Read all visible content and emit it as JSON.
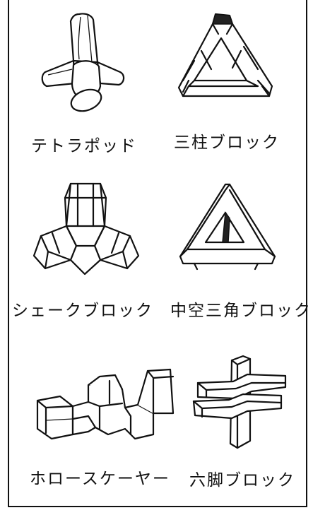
{
  "blocks": [
    {
      "name": "テトラポッド",
      "icon": "tetrapod-block"
    },
    {
      "name": "三柱ブロック",
      "icon": "three-pillar-block"
    },
    {
      "name": "シェークブロック",
      "icon": "shake-block"
    },
    {
      "name": "中空三角ブロック",
      "icon": "hollow-triangle-block"
    },
    {
      "name": "ホロースケーヤー",
      "icon": "hollow-scaler-block"
    },
    {
      "name": "六脚ブロック",
      "icon": "six-leg-block"
    }
  ]
}
